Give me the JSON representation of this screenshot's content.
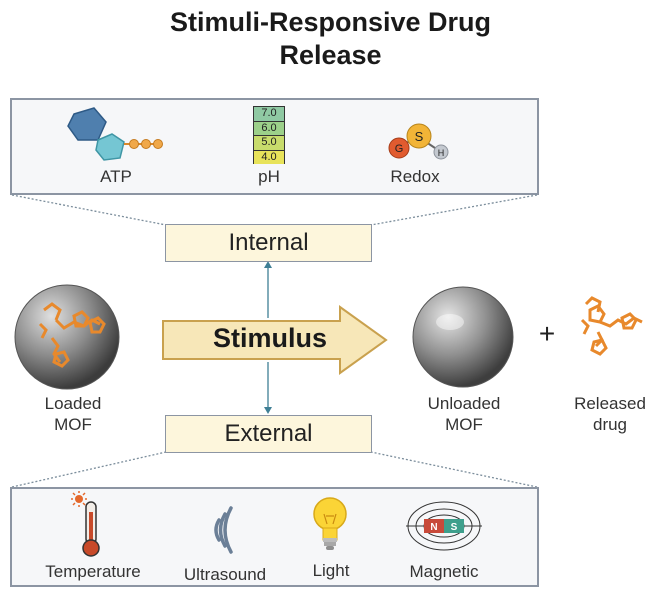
{
  "title": {
    "line1": "Stimuli-Responsive Drug",
    "line2": "Release"
  },
  "internal": {
    "label": "Internal",
    "items": [
      {
        "label": "ATP",
        "icon": "atp-molecule-icon"
      },
      {
        "label": "pH",
        "icon": "ph-scale-icon"
      },
      {
        "label": "Redox",
        "icon": "redox-molecule-icon"
      }
    ],
    "ph_values": [
      "7.0",
      "6.0",
      "5.0",
      "4.0"
    ],
    "redox_atoms": {
      "left": "G",
      "middle": "S",
      "right": "H"
    }
  },
  "external": {
    "label": "External",
    "items": [
      {
        "label": "Temperature",
        "icon": "thermometer-icon"
      },
      {
        "label": "Ultrasound",
        "icon": "ultrasound-icon"
      },
      {
        "label": "Light",
        "icon": "light-bulb-icon"
      },
      {
        "label": "Magnetic",
        "icon": "magnet-icon"
      }
    ],
    "magnet_poles": {
      "north": "N",
      "south": "S"
    }
  },
  "stimulus": {
    "label": "Stimulus"
  },
  "loaded": {
    "line1": "Loaded",
    "line2": "MOF"
  },
  "unloaded": {
    "line1": "Unloaded",
    "line2": "MOF"
  },
  "plus": "+",
  "released": {
    "line1": "Released",
    "line2": "drug"
  },
  "colors": {
    "panel_border": "#8c95a3",
    "label_box_fill": "#fdf6dc",
    "drug_orange": "#e8892c",
    "sphere_gray": "#8a8a8a",
    "arrow_fill": "#f7e7b8"
  }
}
